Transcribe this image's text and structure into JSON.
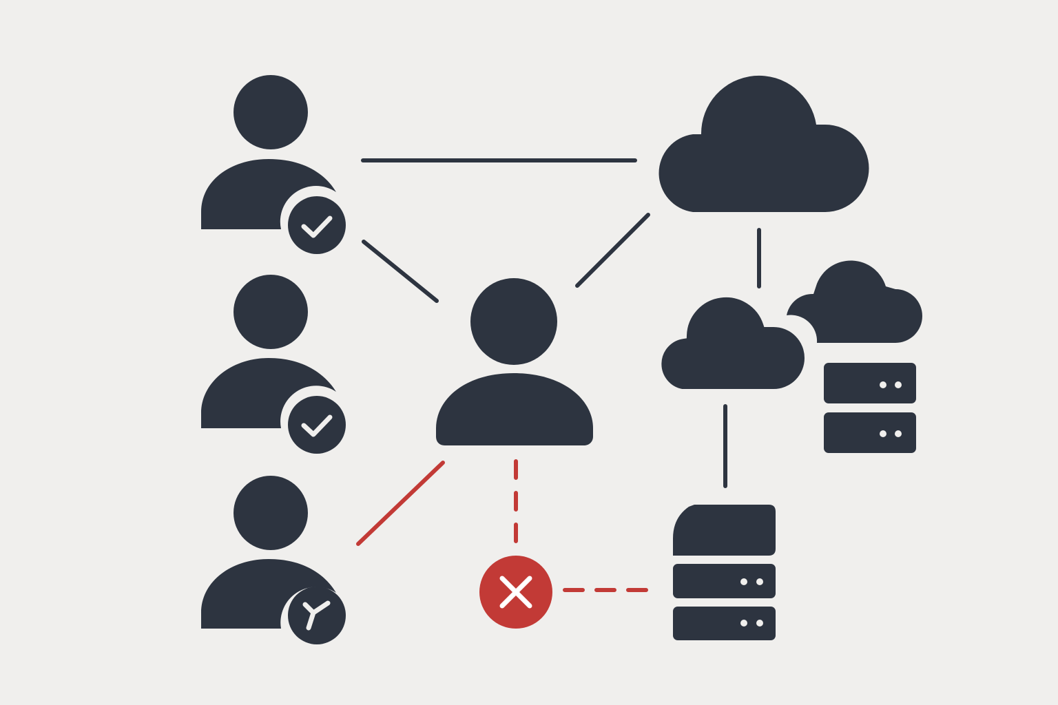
{
  "colors": {
    "background": "#f0efed",
    "icon": "#2d3440",
    "check_mark": "#f0efed",
    "error": "#c23a36",
    "error_mark": "#ffffff"
  },
  "nodes": {
    "users": [
      {
        "name": "user-top",
        "status": "verified",
        "badge_icon": "check-icon"
      },
      {
        "name": "user-middle",
        "status": "verified",
        "badge_icon": "check-icon"
      },
      {
        "name": "user-bottom",
        "status": "verified",
        "badge_icon": "check-icon"
      },
      {
        "name": "user-center",
        "status": "none"
      }
    ],
    "clouds": [
      {
        "name": "cloud-large"
      },
      {
        "name": "cloud-medium"
      },
      {
        "name": "cloud-small"
      }
    ],
    "servers": [
      {
        "name": "server-rack-small",
        "units": 2
      },
      {
        "name": "server-main",
        "units": 3
      }
    ],
    "blocked_indicator": {
      "icon": "x-icon",
      "status": "blocked"
    }
  },
  "connections": [
    {
      "from": "user-top",
      "to": "cloud-large",
      "style": "solid",
      "color": "icon"
    },
    {
      "from": "user-top",
      "to": "user-center",
      "style": "solid",
      "color": "icon"
    },
    {
      "from": "user-center",
      "to": "cloud-large",
      "style": "solid",
      "color": "icon"
    },
    {
      "from": "cloud-large",
      "to": "cloud-medium",
      "style": "solid",
      "color": "icon"
    },
    {
      "from": "cloud-medium",
      "to": "server-main",
      "style": "solid",
      "color": "icon"
    },
    {
      "from": "user-center",
      "to": "user-bottom",
      "style": "solid",
      "color": "error"
    },
    {
      "from": "user-center",
      "to": "blocked-indicator",
      "style": "dashed",
      "color": "error"
    },
    {
      "from": "blocked-indicator",
      "to": "server-main",
      "style": "dashed",
      "color": "error"
    }
  ]
}
